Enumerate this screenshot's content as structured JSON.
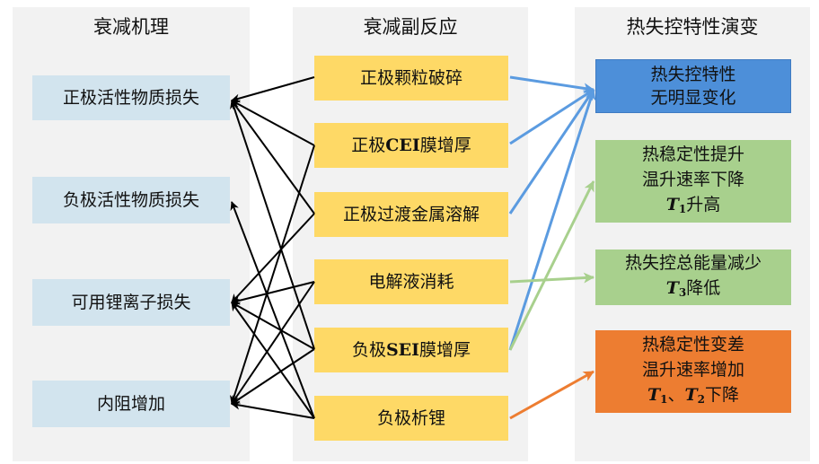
{
  "columns": {
    "mechanism": {
      "title": "衰减机理"
    },
    "side_reactions": {
      "title": "衰减副反应"
    },
    "thermal": {
      "title": "热失控特性演变"
    }
  },
  "mechanisms": [
    "正极活性物质损失",
    "负极活性物质损失",
    "可用锂离子损失",
    "内阻增加"
  ],
  "reactions": {
    "r1": "正极颗粒破碎",
    "r2_pre": "正极",
    "r2_bold": "CEI",
    "r2_post": "膜增厚",
    "r3": "正极过渡金属溶解",
    "r4": "电解液消耗",
    "r5_pre": "负极",
    "r5_bold": "SEI",
    "r5_post": "膜增厚",
    "r6": "负极析锂"
  },
  "thermal": {
    "t1_line1": "热失控特性",
    "t1_line2": "无明显变化",
    "t2_line1": "热稳定性提升",
    "t2_line2": "温升速率下降",
    "t2_var": "T",
    "t2_sub": "1",
    "t2_suffix": "升高",
    "t3_line1": "热失控总能量减少",
    "t3_var": "T",
    "t3_sub": "3",
    "t3_suffix": "降低",
    "t4_line1": "热稳定性变差",
    "t4_line2": "温升速率增加",
    "t4_var1": "T",
    "t4_sub1": "1",
    "t4_sep": "、",
    "t4_var2": "T",
    "t4_sub2": "2",
    "t4_suffix": "下降"
  },
  "colors": {
    "mechanism_box": "#d2e4ee",
    "reaction_box": "#fed966",
    "no_change_box": "#4d8fd9",
    "improve_box": "#a8d08d",
    "worse_box": "#ed7d31",
    "arrow_black": "#000000",
    "arrow_blue": "#5b9be0",
    "arrow_green": "#a8d08d",
    "arrow_orange": "#ed7d31"
  }
}
